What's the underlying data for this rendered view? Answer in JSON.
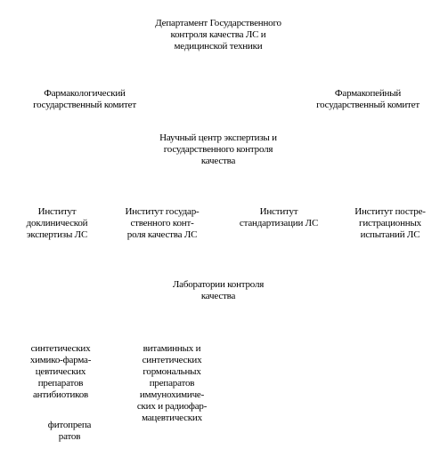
{
  "nodes": {
    "department": "Департамент Государственного\nконтроля качества ЛС и\nмедицинской техники",
    "pharmacology_committee": "Фармакологический\nгосударственный комитет",
    "pharmacopeia_committee": "Фармакопейный\nгосударственный комитет",
    "science_center": "Научный центр экспертизы и\nгосударственного контроля\nкачества",
    "institute_preclinical": "Институт\nдоклинической\nэкспертизы ЛС",
    "institute_state_control": "Институт государ-\nственного конт-\nроля качества ЛС",
    "institute_standardization": "Институт\nстандартизации ЛС",
    "institute_postregistration": "Институт постре-\nгистрационных\nиспытаний ЛС",
    "laboratories": "Лаборатории контроля\nкачества",
    "lab_synthetic": "синтетических\nхимико-фарма-\nцевтических\nпрепаратов\nантибиотиков",
    "lab_phyto": "фитопрепа\nратов",
    "lab_vitamins": "витаминных и\nсинтетических\nгормональных\nпрепаратов\nиммунохимиче-\nских и радиофар-\nмацевтических"
  }
}
